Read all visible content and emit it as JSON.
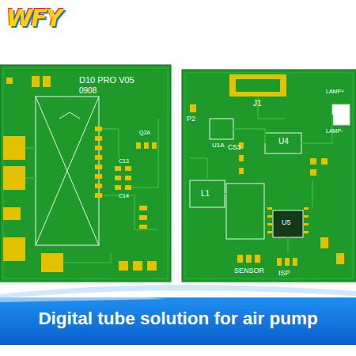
{
  "diagram": {
    "caption": "Digital tube solution for air pump",
    "labels": [
      "WFY",
      "D10 PRO V05",
      "0908",
      "Q2A",
      "C13",
      "C14",
      "P2",
      "J1",
      "LAMP+",
      "LAMP-",
      "U1A",
      "C53",
      "U4",
      "L1",
      "U5",
      "SENSOR",
      "ISP"
    ]
  }
}
